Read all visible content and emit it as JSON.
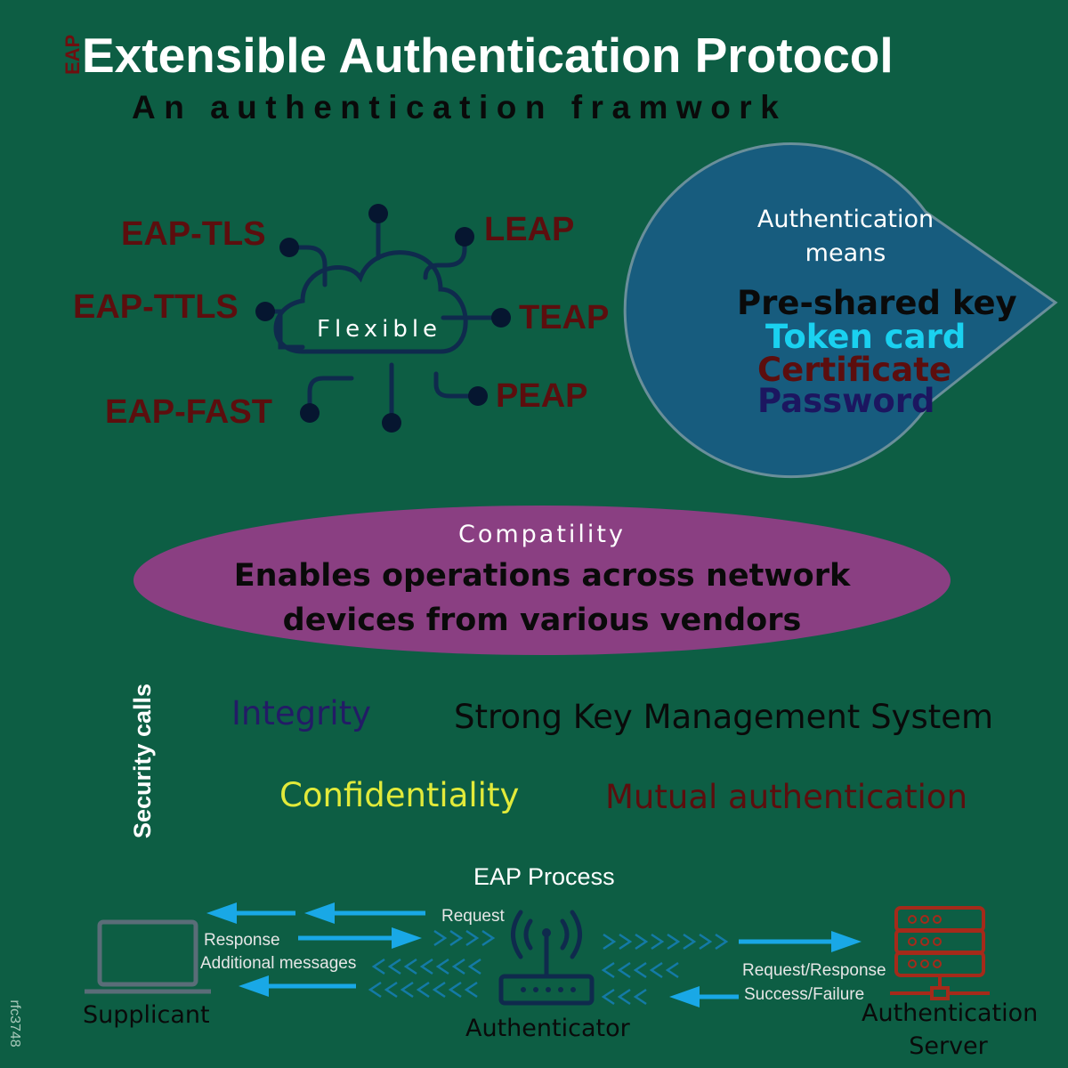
{
  "header": {
    "eap_badge": "EAP",
    "title": "Extensible Authentication Protocol",
    "subtitle": "An authentication framwork"
  },
  "hub": {
    "center_label": "Flexible",
    "methods": [
      "EAP-TLS",
      "EAP-TTLS",
      "EAP-FAST",
      "LEAP",
      "TEAP",
      "PEAP"
    ]
  },
  "auth_means": {
    "heading": "Authentication means",
    "items": [
      {
        "label": "Pre-shared key",
        "color": "#0a0a0a"
      },
      {
        "label": "Token card",
        "color": "#1ad1f0"
      },
      {
        "label": "Certificate",
        "color": "#5c0e0e"
      },
      {
        "label": "Password",
        "color": "#1c1660"
      }
    ]
  },
  "compatibility": {
    "label": "Compatility",
    "line1": "Enables operations across network",
    "line2": "devices from various vendors"
  },
  "security": {
    "label": "Security calls",
    "items": [
      {
        "label": "Integrity",
        "color": "#231b66"
      },
      {
        "label": "Strong Key Management System",
        "color": "#0a0a0a"
      },
      {
        "label": "Confidentiality",
        "color": "#e2ea3a"
      },
      {
        "label": "Mutual authentication",
        "color": "#5c0e0e"
      }
    ]
  },
  "process": {
    "title": "EAP Process",
    "request": "Request",
    "response": "Response",
    "additional": "Additional messages",
    "req_resp": "Request/Response",
    "success_failure": "Success/Failure",
    "supplicant": "Supplicant",
    "authenticator": "Authenticator",
    "auth_server_line1": "Authentication",
    "auth_server_line2": "Server"
  },
  "footer": {
    "rfc": "rfc3748"
  },
  "colors": {
    "background": "#0d5e44",
    "methods": "#5c0e0e",
    "blob": "#175c7e",
    "ellipse": "#8a3f82",
    "arrows": "#19a8e6"
  }
}
